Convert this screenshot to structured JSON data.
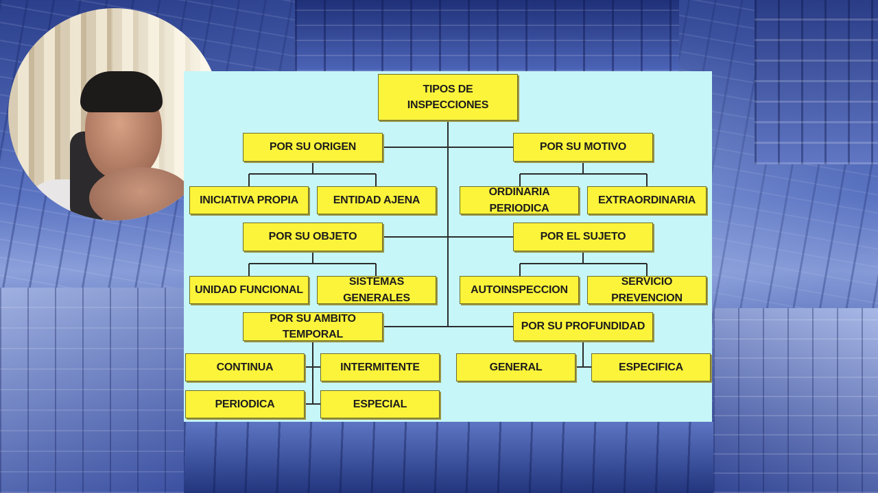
{
  "diagram": {
    "root": "TIPOS DE\nINSPECCIONES",
    "categories": [
      {
        "label": "POR SU ORIGEN",
        "children": [
          "INICIATIVA PROPIA",
          "ENTIDAD AJENA"
        ]
      },
      {
        "label": "POR SU MOTIVO",
        "children": [
          "ORDINARIA PERIODICA",
          "EXTRAORDINARIA"
        ]
      },
      {
        "label": "POR SU OBJETO",
        "children": [
          "UNIDAD FUNCIONAL",
          "SISTEMAS GENERALES"
        ]
      },
      {
        "label": "POR EL SUJETO",
        "children": [
          "AUTOINSPECCION",
          "SERVICIO PREVENCION"
        ]
      },
      {
        "label": "POR SU AMBITO TEMPORAL",
        "children": [
          "CONTINUA",
          "INTERMITENTE",
          "PERIODICA",
          "ESPECIAL"
        ]
      },
      {
        "label": "POR SU PROFUNDIDAD",
        "children": [
          "GENERAL",
          "ESPECIFICA"
        ]
      }
    ]
  },
  "colors": {
    "slide_background": "#c6f6f8",
    "node_fill": "#fcf43a",
    "connector": "#2b2b2b"
  }
}
